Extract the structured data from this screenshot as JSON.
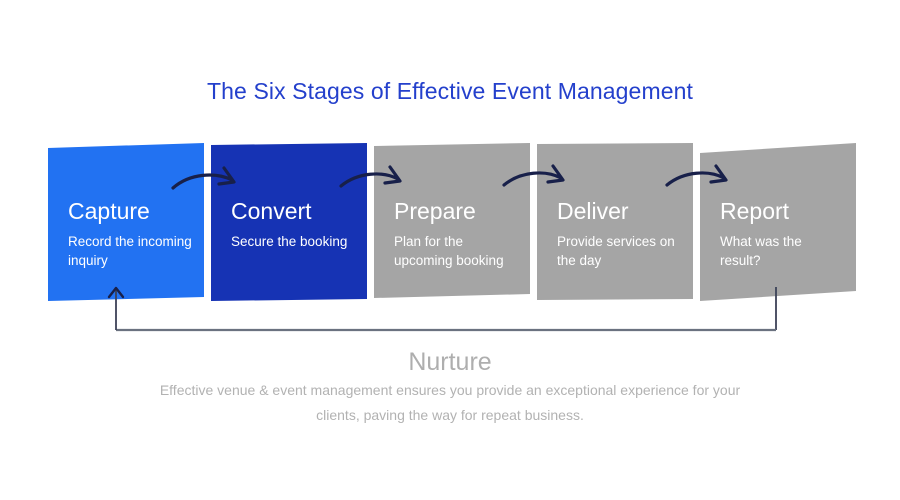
{
  "page": {
    "title": "The Six Stages of Effective Event Management",
    "background_color": "#ffffff"
  },
  "colors": {
    "title_blue": "#2440cc",
    "stage_blue_light": "#2272f2",
    "stage_blue_dark": "#1633b4",
    "stage_gray": "#a5a5a5",
    "arrow_navy": "#18204a",
    "loop_line": "#6b7280",
    "nurture_label_gray": "#aeaeae",
    "nurture_body_gray": "#b2b2b2",
    "card_text_white": "#ffffff"
  },
  "stages": [
    {
      "index": 1,
      "name": "Capture",
      "description": "Record the incoming inquiry",
      "color": "#2272f2",
      "state": "active"
    },
    {
      "index": 2,
      "name": "Convert",
      "description": "Secure the booking",
      "color": "#1633b4",
      "state": "active"
    },
    {
      "index": 3,
      "name": "Prepare",
      "description": "Plan for the upcoming booking",
      "color": "#a5a5a5",
      "state": "inactive"
    },
    {
      "index": 4,
      "name": "Deliver",
      "description": "Provide services on the day",
      "color": "#a5a5a5",
      "state": "inactive"
    },
    {
      "index": 5,
      "name": "Report",
      "description": "What was the result?",
      "color": "#a5a5a5",
      "state": "inactive"
    }
  ],
  "connectors": [
    {
      "from": "Capture",
      "to": "Convert",
      "icon": "curved-arrow-right-icon"
    },
    {
      "from": "Convert",
      "to": "Prepare",
      "icon": "curved-arrow-right-icon"
    },
    {
      "from": "Prepare",
      "to": "Deliver",
      "icon": "curved-arrow-right-icon"
    },
    {
      "from": "Deliver",
      "to": "Report",
      "icon": "curved-arrow-right-icon"
    }
  ],
  "nurture": {
    "label": "Nurture",
    "description": "Effective venue & event management ensures you provide an exceptional experience for your clients, paving the way for repeat business.",
    "loop": {
      "from": "Report",
      "to": "Capture",
      "icon": "loop-arrow-up-icon"
    }
  }
}
